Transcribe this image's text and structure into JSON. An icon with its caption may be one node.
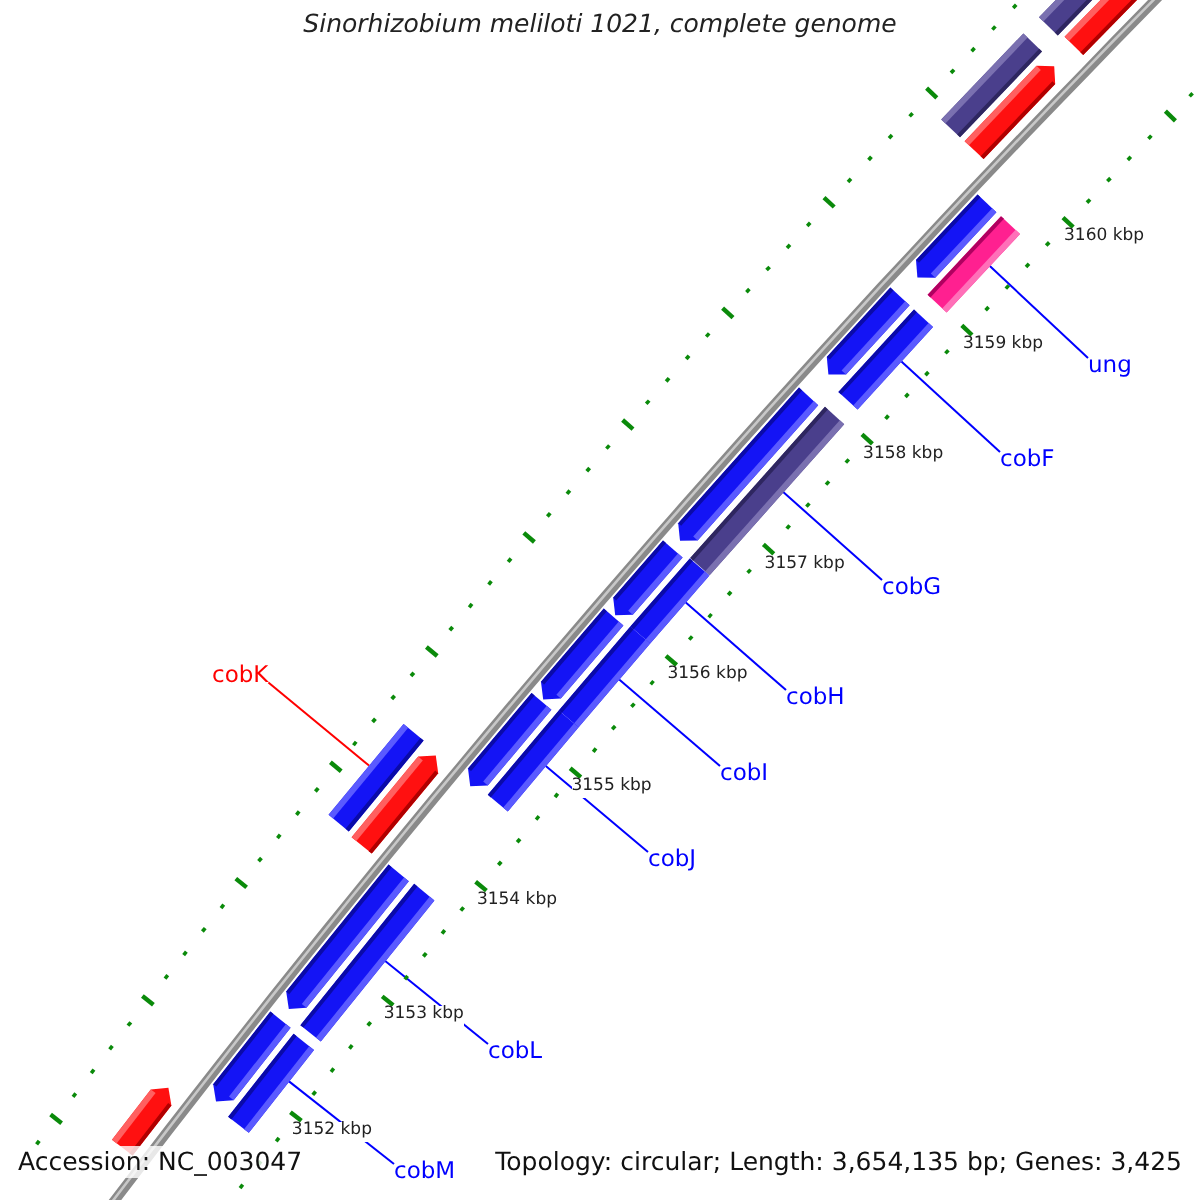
{
  "diagram": {
    "title": "Sinorhizobium meliloti 1021, complete genome",
    "nodes": [
      {
        "text": [],
        "shape": "bar"
      },
      {
        "text": [],
        "shape": "bar"
      },
      {
        "text": [],
        "shape": "bar"
      },
      {
        "text": [],
        "shape": "bar"
      },
      {
        "text": [],
        "shape": "bar"
      },
      {
        "text": [],
        "shape": "bar"
      },
      {
        "text": [],
        "shape": "bar"
      },
      {
        "text": [],
        "shape": "bar"
      },
      {
        "text": [],
        "shape": "bar"
      },
      {
        "text": [],
        "shape": "bar"
      },
      {
        "text": [],
        "shape": "bar"
      },
      {
        "text": [],
        "shape": "bar"
      },
      {
        "text": [],
        "shape": "bar"
      },
      {
        "text": [],
        "shape": "bar"
      },
      {
        "text": [],
        "shape": "bar"
      },
      {
        "text": [],
        "shape": "bar"
      },
      {
        "text": [],
        "shape": "bar"
      },
      {
        "text": [],
        "shape": "bar"
      },
      {
        "text": [],
        "shape": "bar"
      },
      {
        "text": [],
        "shape": "bar"
      },
      {
        "text": [],
        "shape": "bar"
      },
      {
        "text": [],
        "shape": "bar"
      },
      {
        "text": [],
        "shape": "bar"
      },
      {
        "text": [
          "ung"
        ]
      },
      {
        "text": [
          "cobF"
        ]
      },
      {
        "text": [
          "cobG"
        ]
      },
      {
        "text": [
          "cobK"
        ]
      },
      {
        "text": [
          "cobH"
        ]
      },
      {
        "text": [
          "cobI"
        ]
      },
      {
        "text": [
          "cobJ"
        ]
      },
      {
        "text": [
          "cobL"
        ]
      },
      {
        "text": [
          "cobM"
        ]
      }
    ],
    "edges": [
      {
        "from": 23,
        "to": 5,
        "arrow": "none"
      },
      {
        "from": 24,
        "to": 7,
        "arrow": "none"
      },
      {
        "from": 25,
        "to": 9,
        "arrow": "none"
      },
      {
        "from": 26,
        "to": 14,
        "arrow": "none",
        "color": "#ff0000"
      },
      {
        "from": 27,
        "to": 11,
        "arrow": "none"
      },
      {
        "from": 28,
        "to": 13,
        "arrow": "none"
      },
      {
        "from": 29,
        "to": 17,
        "arrow": "none"
      },
      {
        "from": 30,
        "to": 19,
        "arrow": "none"
      },
      {
        "from": 31,
        "to": 22,
        "arrow": "none"
      }
    ],
    "labels": [
      "3160 kbp",
      "3159 kbp",
      "3158 kbp",
      "3157 kbp",
      "3156 kbp",
      "3155 kbp",
      "3154 kbp",
      "3153 kbp",
      "3152 kbp",
      "Accession: NC_003047",
      "Topology: circular; Length: 3,654,135 bp; Genes: 3,425"
    ]
  }
}
